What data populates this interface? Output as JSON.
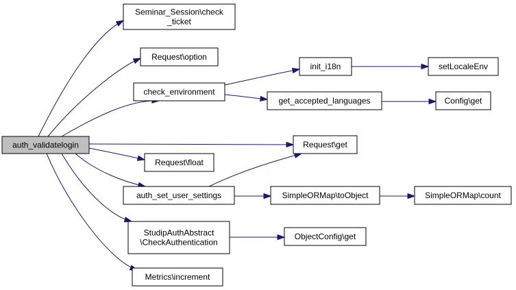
{
  "colors": {
    "edge": "#191970",
    "root_fill": "#bfbfbf",
    "node_fill": "#ffffff",
    "node_border": "#000000"
  },
  "nodes": [
    {
      "id": "root",
      "lines": [
        "auth_validatelogin"
      ],
      "root": true
    },
    {
      "id": "seminar",
      "lines": [
        "Seminar_Session\\check",
        "_ticket"
      ]
    },
    {
      "id": "req_option",
      "lines": [
        "Request\\option"
      ]
    },
    {
      "id": "check_env",
      "lines": [
        "check_environment"
      ]
    },
    {
      "id": "init_i18n",
      "lines": [
        "init_i18n"
      ]
    },
    {
      "id": "set_locale",
      "lines": [
        "setLocaleEnv"
      ]
    },
    {
      "id": "get_langs",
      "lines": [
        "get_accepted_languages"
      ]
    },
    {
      "id": "config_get",
      "lines": [
        "Config\\get"
      ]
    },
    {
      "id": "req_get",
      "lines": [
        "Request\\get"
      ]
    },
    {
      "id": "req_float",
      "lines": [
        "Request\\float"
      ]
    },
    {
      "id": "auth_set",
      "lines": [
        "auth_set_user_settings"
      ]
    },
    {
      "id": "to_object",
      "lines": [
        "SimpleORMap\\toObject"
      ]
    },
    {
      "id": "orm_count",
      "lines": [
        "SimpleORMap\\count"
      ]
    },
    {
      "id": "studip_auth",
      "lines": [
        "StudipAuthAbstract",
        "\\CheckAuthentication"
      ]
    },
    {
      "id": "objconf_get",
      "lines": [
        "ObjectConfig\\get"
      ]
    },
    {
      "id": "metrics",
      "lines": [
        "Metrics\\increment"
      ]
    }
  ],
  "edges": [
    {
      "from": "root",
      "to": "seminar"
    },
    {
      "from": "root",
      "to": "req_option"
    },
    {
      "from": "root",
      "to": "check_env"
    },
    {
      "from": "root",
      "to": "req_get"
    },
    {
      "from": "root",
      "to": "req_float"
    },
    {
      "from": "root",
      "to": "auth_set"
    },
    {
      "from": "root",
      "to": "studip_auth"
    },
    {
      "from": "root",
      "to": "metrics"
    },
    {
      "from": "check_env",
      "to": "init_i18n"
    },
    {
      "from": "check_env",
      "to": "get_langs"
    },
    {
      "from": "init_i18n",
      "to": "set_locale"
    },
    {
      "from": "get_langs",
      "to": "config_get"
    },
    {
      "from": "auth_set",
      "to": "req_get"
    },
    {
      "from": "auth_set",
      "to": "to_object"
    },
    {
      "from": "to_object",
      "to": "orm_count"
    },
    {
      "from": "studip_auth",
      "to": "objconf_get"
    }
  ]
}
